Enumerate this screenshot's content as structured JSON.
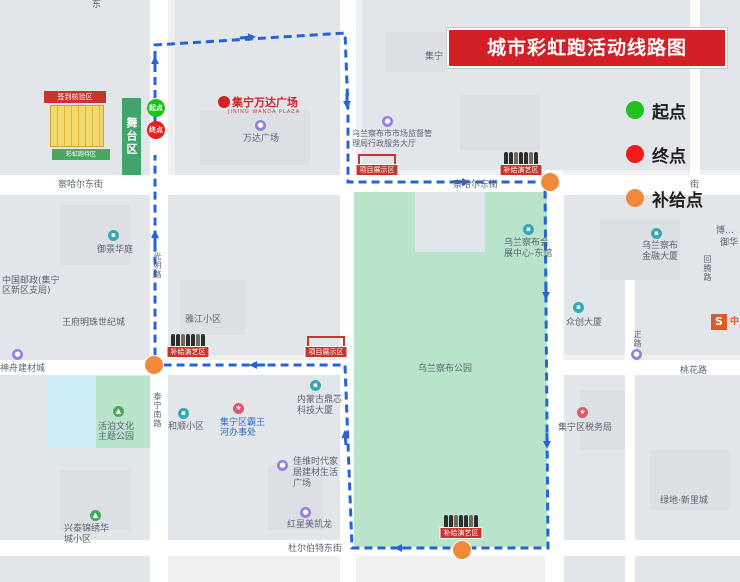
{
  "title": "城市彩虹跑活动线路图",
  "legend": [
    {
      "label": "起点",
      "color": "#1dc21d"
    },
    {
      "label": "终点",
      "color": "#f01c1c"
    },
    {
      "label": "补给点",
      "color": "#f08a3a"
    }
  ],
  "route_color": "#2563d9",
  "start_badge": "起点",
  "end_badge": "终点",
  "stage_label": "舞台区",
  "checkin_label": "签到核验区",
  "rainbow_area_label": "彩虹跑待区",
  "brand": {
    "name": "集宁万达广场",
    "sub": "JINING WANDA PLAZA"
  },
  "zones": [
    {
      "id": "exhibit-north",
      "label": "项目展示区",
      "kind": "exhibit"
    },
    {
      "id": "supply-northeast",
      "label": "补给演艺区",
      "kind": "supply"
    },
    {
      "id": "supply-west",
      "label": "补给演艺区",
      "kind": "supply"
    },
    {
      "id": "exhibit-center",
      "label": "项目展示区",
      "kind": "exhibit"
    },
    {
      "id": "supply-south",
      "label": "补给演艺区",
      "kind": "supply"
    }
  ],
  "map_labels": {
    "jining_north": "集宁",
    "dong_top": "东",
    "wanda_plaza": "万达广场",
    "bureau": "乌兰察布市市场监督管理局行政服务大厅",
    "chahar_east_st": "察哈尔东街",
    "chahar_east_st_2": "察哈尔东街",
    "yujing": "御景华庭",
    "post_office": "中国邮政(集宁区新区支局)",
    "wangfu": "王府明珠世纪城",
    "shenzhou": "神舟建材城",
    "yajiang": "雅江小区",
    "guangming_road": "光明路",
    "taining_road": "泰宁南路",
    "culture_park": "活泊文化主题公园",
    "heshun": "和顺小区",
    "ward_office": "集宁区霸王河办事处",
    "neimeng": "内蒙古鼎芯科技大厦",
    "jiawei": "佳维时代家居建材生活广场",
    "hongxing": "红星美凯龙",
    "xingtai": "兴泰锦绣华城小区",
    "dubo_st": "杜尔伯特东街",
    "convention": "乌兰察布会展中心-东馆",
    "ulanqab_park": "乌兰察布公园",
    "zhongchuang": "众创大厦",
    "zheng_road": "正路",
    "tax_office": "集宁区税务局",
    "lvdi": "绿地·新里城",
    "finance_building": "乌兰察布金融大厦",
    "bohai": "博…",
    "yu_hua": "御华",
    "taoyuan": "桃花路",
    "huiteng": "回腾路",
    "jie_right": "街",
    "s_logo": "S",
    "s_logo_text": "中"
  }
}
